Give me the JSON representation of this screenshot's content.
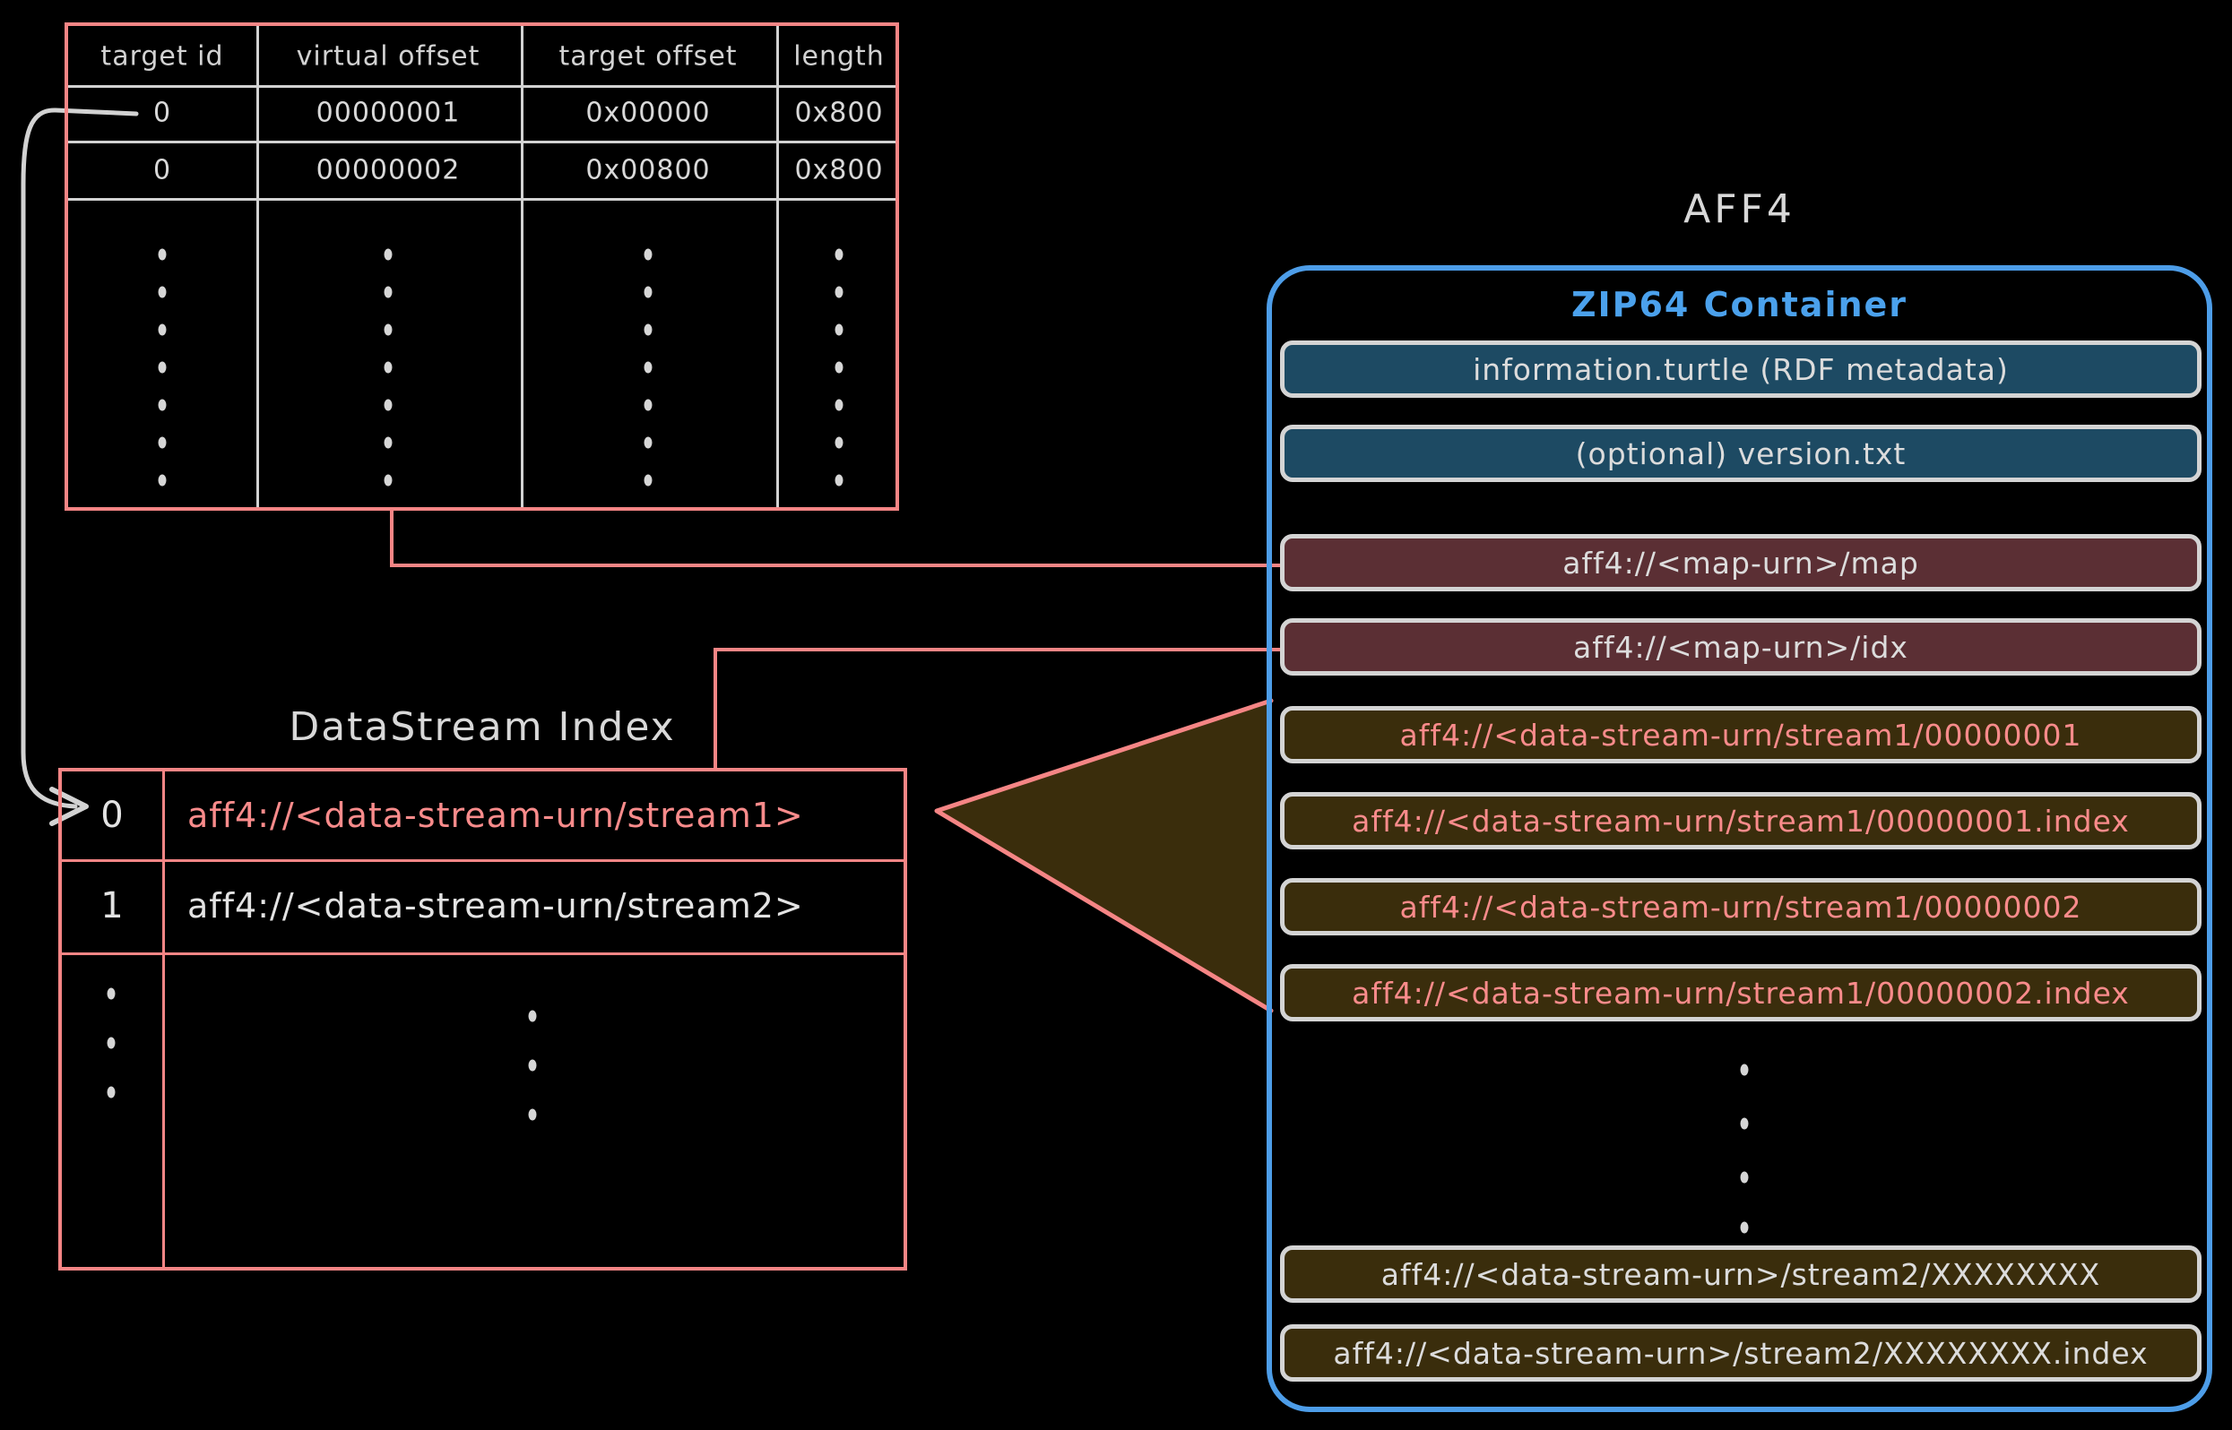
{
  "colors": {
    "background": "#000000",
    "pink": "#f58585",
    "pink_text": "#f98b8b",
    "blue": "#4d9de8",
    "gray_line": "#d2d2d2",
    "metadata_fill": "#1d4a63",
    "map_fill": "#5b2f34",
    "stream_fill": "#3a2d0c",
    "light_text": "#e3e3e3"
  },
  "map_table": {
    "headers": [
      "target id",
      "virtual offset",
      "target offset",
      "length"
    ],
    "rows": [
      [
        "0",
        "00000001",
        "0x00000",
        "0x800"
      ],
      [
        "0",
        "00000002",
        "0x00800",
        "0x800"
      ]
    ]
  },
  "datastream_index": {
    "title": "DataStream Index",
    "rows": [
      {
        "id": "0",
        "urn": "aff4://<data-stream-urn/stream1>",
        "highlight": true
      },
      {
        "id": "1",
        "urn": "aff4://<data-stream-urn/stream2>",
        "highlight": false
      }
    ]
  },
  "aff4": {
    "label": "AFF4",
    "container_title": "ZIP64 Container",
    "entries": [
      {
        "text": "information.turtle (RDF metadata)",
        "kind": "metadata"
      },
      {
        "text": "(optional) version.txt",
        "kind": "metadata"
      },
      {
        "text": "aff4://<map-urn>/map",
        "kind": "map"
      },
      {
        "text": "aff4://<map-urn>/idx",
        "kind": "map"
      },
      {
        "text": "aff4://<data-stream-urn/stream1/00000001",
        "kind": "stream1"
      },
      {
        "text": "aff4://<data-stream-urn/stream1/00000001.index",
        "kind": "stream1"
      },
      {
        "text": "aff4://<data-stream-urn/stream1/00000002",
        "kind": "stream1"
      },
      {
        "text": "aff4://<data-stream-urn/stream1/00000002.index",
        "kind": "stream1"
      },
      {
        "text": "aff4://<data-stream-urn>/stream2/XXXXXXXX",
        "kind": "stream2"
      },
      {
        "text": "aff4://<data-stream-urn>/stream2/XXXXXXXX.index",
        "kind": "stream2"
      }
    ]
  }
}
